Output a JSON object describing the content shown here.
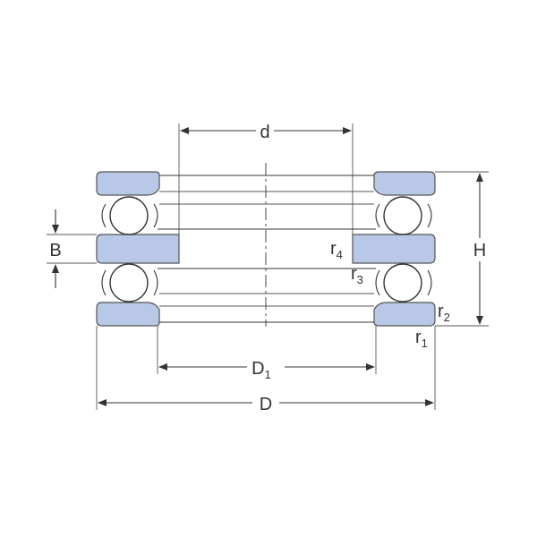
{
  "diagram": {
    "colors": {
      "ring_fill": "#b8c8e6",
      "line": "#333333"
    },
    "labels": {
      "d": "d",
      "B": "B",
      "H": "H",
      "D1": "D",
      "D1_sub": "1",
      "D": "D",
      "r1": "r",
      "r1_sub": "1",
      "r2": "r",
      "r2_sub": "2",
      "r3": "r",
      "r3_sub": "3",
      "r4": "r",
      "r4_sub": "4"
    }
  }
}
